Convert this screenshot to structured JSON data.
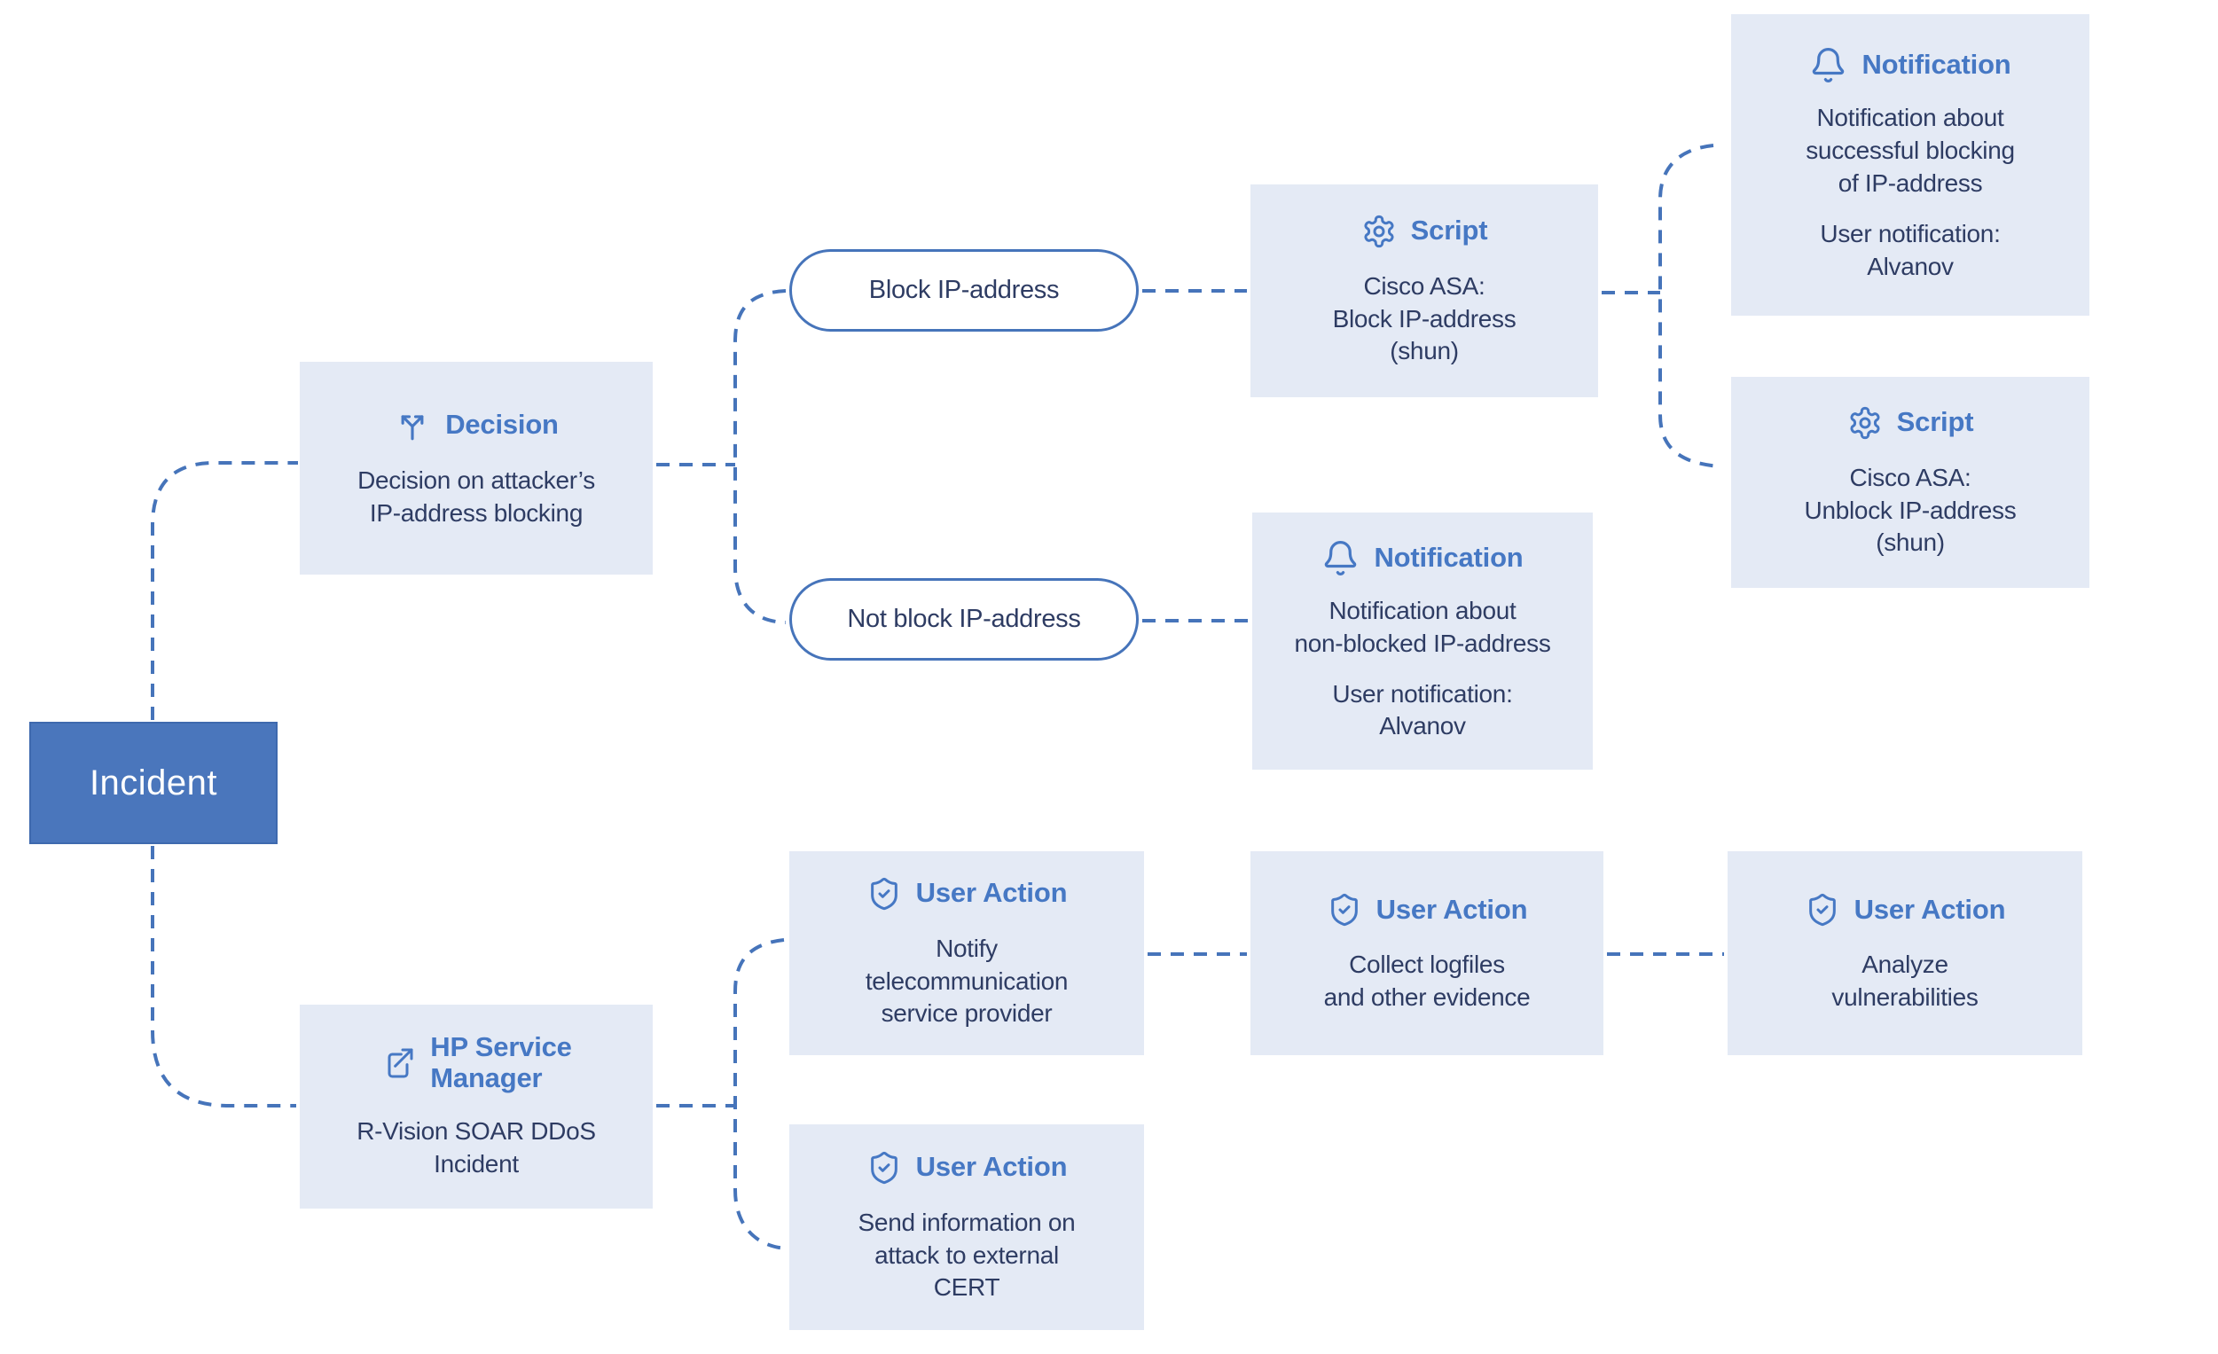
{
  "colors": {
    "canvas_bg": "#ffffff",
    "card_bg": "#e4eaf5",
    "accent_blue": "#4678c4",
    "body_text": "#2e3c63",
    "connector": "#4674ba",
    "incident_bg": "#4a76bc",
    "incident_text": "#ffffff"
  },
  "diagram": {
    "incident": {
      "label": "Incident"
    },
    "decision": {
      "type_label": "Decision",
      "icon": "branch-icon",
      "body": [
        "Decision on attacker’s",
        "IP-address blocking"
      ]
    },
    "branch_block": {
      "label": "Block IP-address"
    },
    "branch_not_block": {
      "label": "Not block IP-address"
    },
    "script_block": {
      "type_label": "Script",
      "icon": "gear-icon",
      "body": [
        "Cisco ASA:",
        "Block IP-address",
        "(shun)"
      ]
    },
    "notification_blocked": {
      "type_label": "Notification",
      "icon": "bell-icon",
      "body": [
        "Notification about",
        "successful blocking",
        "of IP-address"
      ],
      "body2": [
        "User notification:",
        "Alvanov"
      ]
    },
    "script_unblock": {
      "type_label": "Script",
      "icon": "gear-icon",
      "body": [
        "Cisco ASA:",
        "Unblock IP-address",
        "(shun)"
      ]
    },
    "notification_not_blocked": {
      "type_label": "Notification",
      "icon": "bell-icon",
      "body": [
        "Notification about",
        "non-blocked IP-address"
      ],
      "body2": [
        "User notification:",
        "Alvanov"
      ]
    },
    "hp_service_manager": {
      "type_label": [
        "HP Service",
        "Manager"
      ],
      "icon": "external-link-icon",
      "body": [
        "R-Vision SOAR DDoS",
        "Incident"
      ]
    },
    "ua_notify_provider": {
      "type_label": "User Action",
      "icon": "shield-check-icon",
      "body": [
        "Notify",
        "telecommunication",
        "service provider"
      ]
    },
    "ua_collect_evidence": {
      "type_label": "User Action",
      "icon": "shield-check-icon",
      "body": [
        "Collect logfiles",
        "and other evidence"
      ]
    },
    "ua_analyze_vulnerabilities": {
      "type_label": "User Action",
      "icon": "shield-check-icon",
      "body": [
        "Analyze",
        "vulnerabilities"
      ]
    },
    "ua_send_cert": {
      "type_label": "User Action",
      "icon": "shield-check-icon",
      "body": [
        "Send information on",
        "attack to external",
        "CERT"
      ]
    }
  }
}
